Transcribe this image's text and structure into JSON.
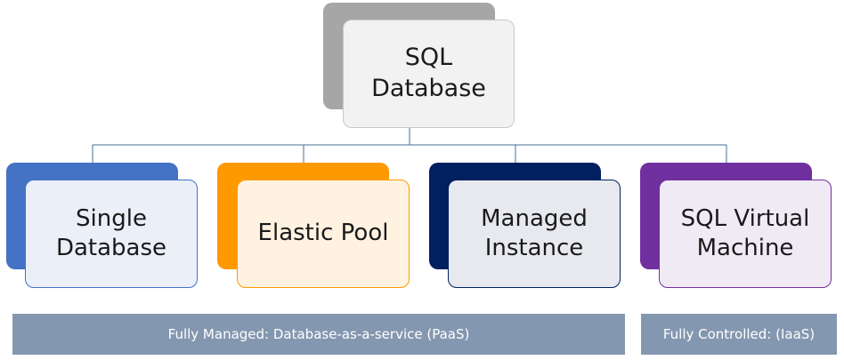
{
  "root": {
    "label": "SQL\nDatabase"
  },
  "nodes": [
    {
      "label": "Single\nDatabase",
      "color": "#4472c4"
    },
    {
      "label": "Elastic Pool",
      "color": "#ff9900"
    },
    {
      "label": "Managed\nInstance",
      "color": "#002060"
    },
    {
      "label": "SQL Virtual\nMachine",
      "color": "#7030a0"
    }
  ],
  "bands": {
    "paas": "Fully Managed: Database-as-a-service (PaaS)",
    "iaas": "Fully Controlled: (IaaS)"
  },
  "colors": {
    "connector": "#5b9bd5",
    "band": "#8497b0",
    "root_shadow": "#a6a6a6"
  }
}
